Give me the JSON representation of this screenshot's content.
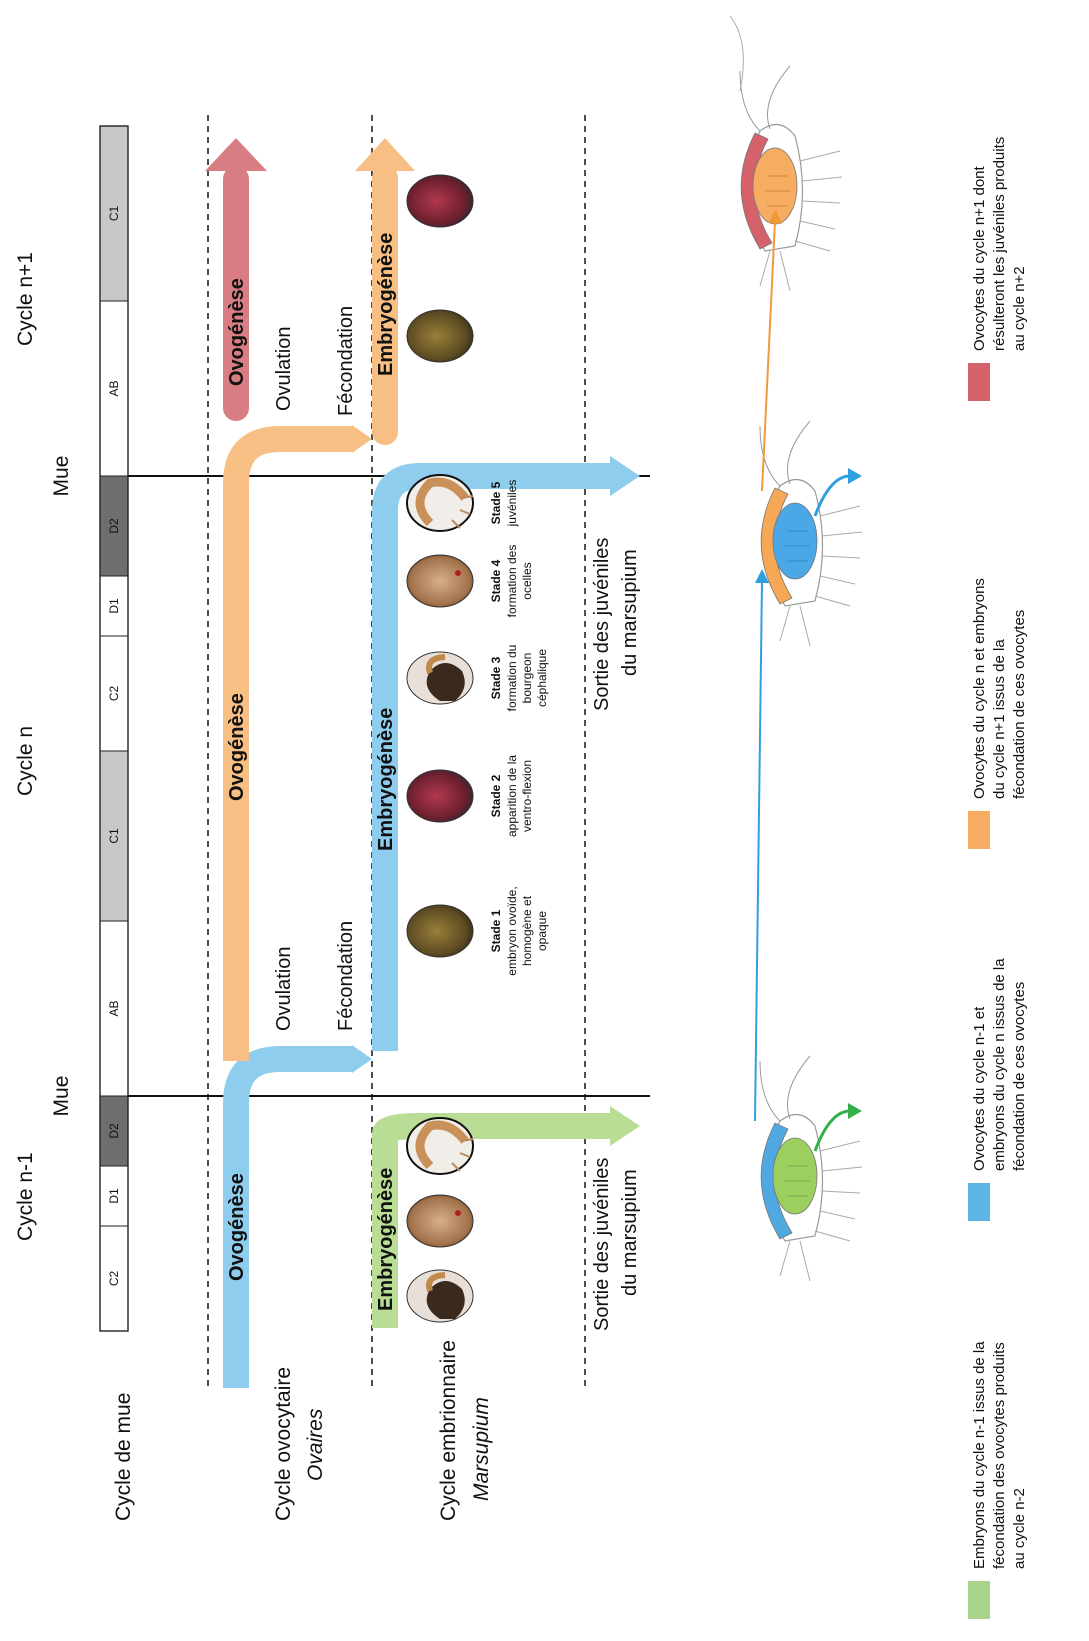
{
  "rows": {
    "mue_cycle": "Cycle de mue",
    "ovocyte_cycle": "Cycle ovocytaire",
    "ovocyte_organ": "Ovaires",
    "embryo_cycle": "Cycle embrionnaire",
    "embryo_organ": "Marsupium"
  },
  "cycles": [
    "Cycle n-1",
    "Cycle n",
    "Cycle n+1"
  ],
  "mue_label": "Mue",
  "moult_segments": [
    "C2",
    "D1",
    "D2",
    "AB",
    "C1",
    "C2",
    "D1",
    "D2",
    "AB",
    "C1"
  ],
  "events": {
    "ovogenese": "Ovogénèse",
    "embryogenese": "Embryogénèse",
    "ovulation": "Ovulation",
    "fecondation": "Fécondation",
    "sortie_line1": "Sortie des juvéniles",
    "sortie_line2": "du marsupium"
  },
  "stages": [
    {
      "title": "Stade 1",
      "lines": [
        "embryon ovoïde,",
        "homogène et",
        "opaque"
      ]
    },
    {
      "title": "Stade 2",
      "lines": [
        "apparition de la",
        "ventro-flexion"
      ]
    },
    {
      "title": "Stade 3",
      "lines": [
        "formation du",
        "bourgeon",
        "céphalique"
      ]
    },
    {
      "title": "Stade 4",
      "lines": [
        "formation des",
        "ocelles"
      ]
    },
    {
      "title": "Stade 5",
      "lines": [
        "juvéniles"
      ]
    }
  ],
  "legend": [
    {
      "color": "#a6d58a",
      "lines": [
        "Embryons du cycle n-1 issus de la",
        "fécondation des ovocytes produits",
        "au cycle n-2"
      ]
    },
    {
      "color": "#5bb6e6",
      "lines": [
        "Ovocytes du cycle n-1 et",
        "embryons du cycle n issus de la",
        "fécondation de ces ovocytes"
      ]
    },
    {
      "color": "#f6ad62",
      "lines": [
        "Ovocytes du cycle n et embryons",
        "du cycle n+1 issus de la",
        "fécondation de ces ovocytes"
      ]
    },
    {
      "color": "#d5626a",
      "lines": [
        "Ovocytes du cycle n+1 dont",
        "résulteront les juvéniles produits",
        "au cycle n+2"
      ]
    }
  ],
  "colors": {
    "blue": "#8fcdee",
    "orange": "#f8bf85",
    "red": "#d97d84",
    "green": "#b9dd95",
    "seg_light": "#c8c8c8",
    "seg_dark": "#6e6e6e"
  }
}
